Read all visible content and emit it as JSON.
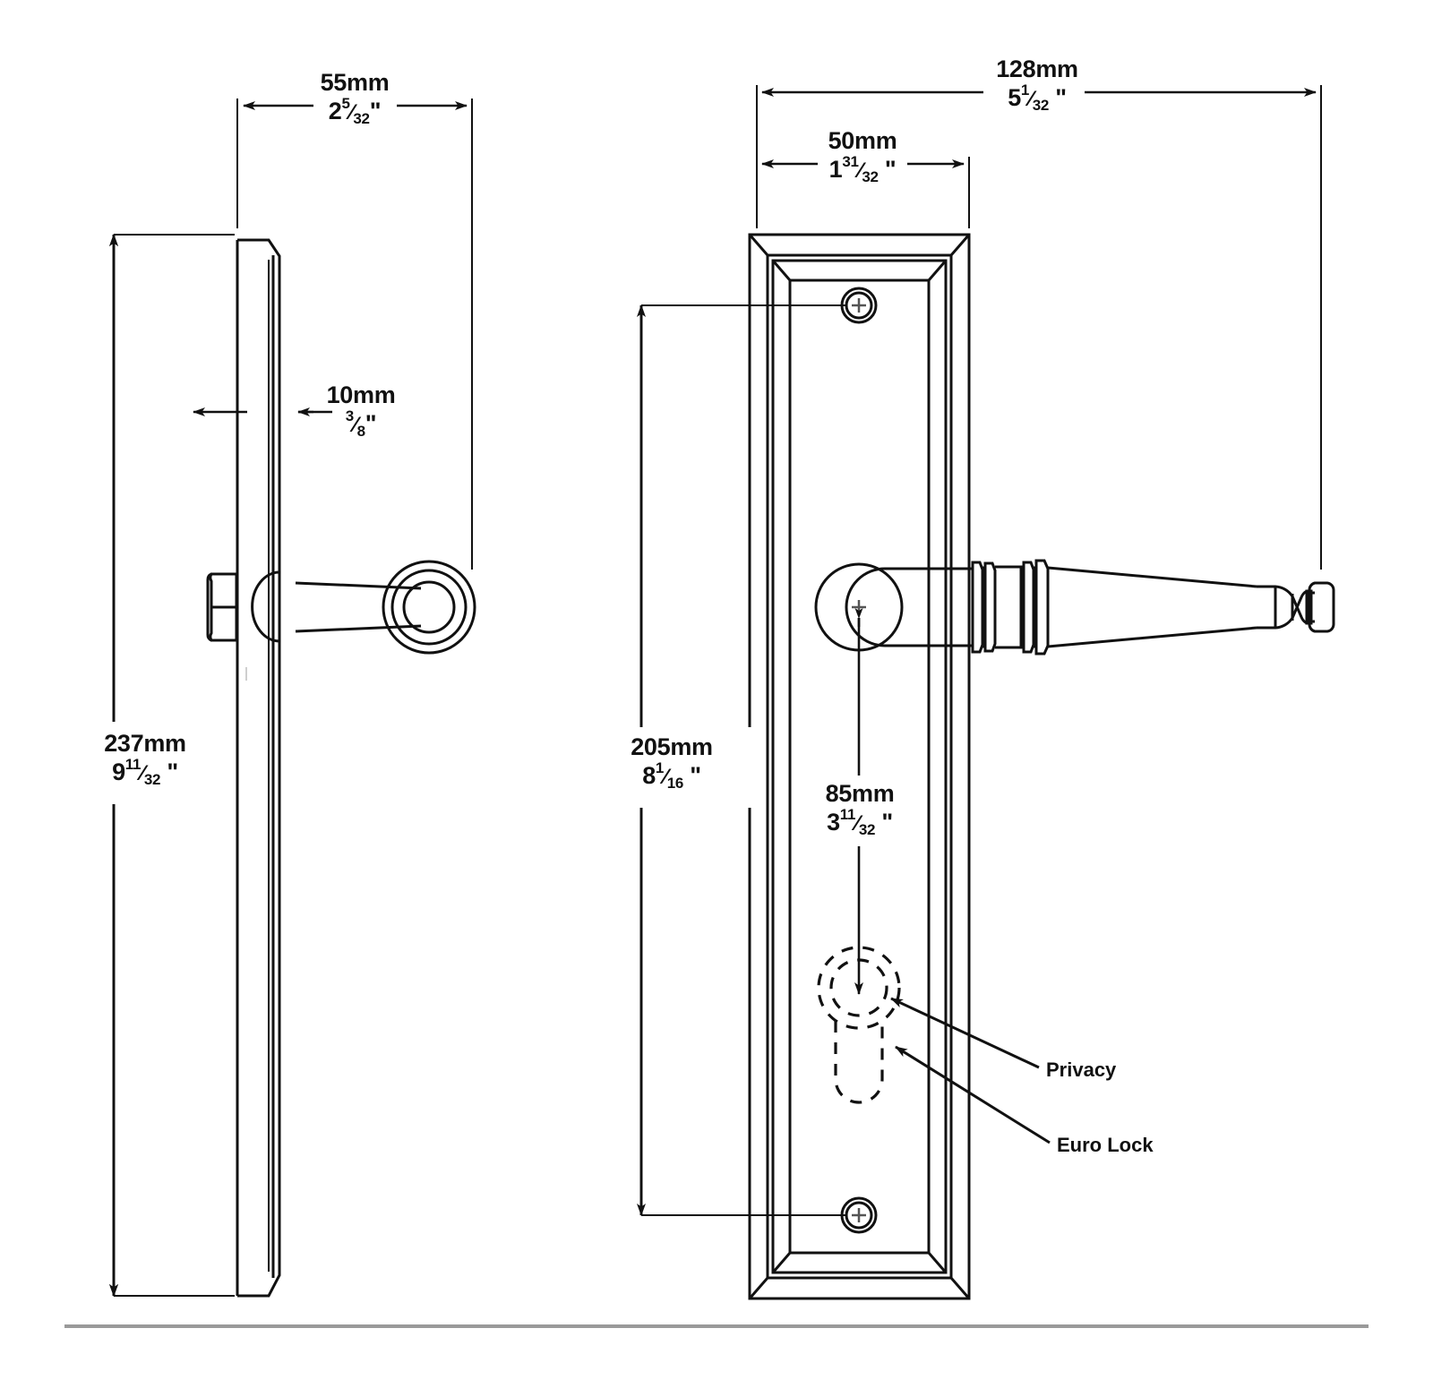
{
  "drawing": {
    "title": "Door lever handle on backplate - dimensioned technical drawing",
    "line_color": "#111111",
    "baseline_color": "#9a9a9a",
    "background": "#ffffff",
    "views": [
      {
        "name": "side-elevation-view",
        "label": "Side edge view of backplate with lever shown end-on"
      },
      {
        "name": "front-elevation-view",
        "label": "Front view of backplate with lever and euro lock cut-out"
      }
    ]
  },
  "dimensions": {
    "plate_thickness": {
      "mm": "10mm",
      "inch_whole": "",
      "inch_num": "3",
      "inch_den": "8",
      "inch_suffix": "\"",
      "name": "plate-thickness"
    },
    "projection": {
      "mm": "55mm",
      "inch_whole": "2",
      "inch_num": "5",
      "inch_den": "32",
      "inch_suffix": "\"",
      "name": "lever-projection"
    },
    "plate_height": {
      "mm": "237mm",
      "inch_whole": "9",
      "inch_num": "11",
      "inch_den": "32",
      "inch_suffix": " \"",
      "name": "backplate-height"
    },
    "overall_length": {
      "mm": "128mm",
      "inch_whole": "5",
      "inch_num": "1",
      "inch_den": "32",
      "inch_suffix": " \"",
      "name": "overall-lever-length"
    },
    "plate_width": {
      "mm": "50mm",
      "inch_whole": "1",
      "inch_num": "31",
      "inch_den": "32",
      "inch_suffix": " \"",
      "name": "backplate-width"
    },
    "fixing_centres": {
      "mm": "205mm",
      "inch_whole": "8",
      "inch_num": "1",
      "inch_den": "16",
      "inch_suffix": " \"",
      "name": "fixing-centres"
    },
    "lock_centre": {
      "mm": "85mm",
      "inch_whole": "3",
      "inch_num": "11",
      "inch_den": "32",
      "inch_suffix": " \"",
      "name": "spindle-to-lock-centre"
    }
  },
  "callouts": [
    {
      "label": "Privacy",
      "name": "callout-privacy"
    },
    {
      "label": "Euro Lock",
      "name": "callout-euro-lock"
    }
  ]
}
